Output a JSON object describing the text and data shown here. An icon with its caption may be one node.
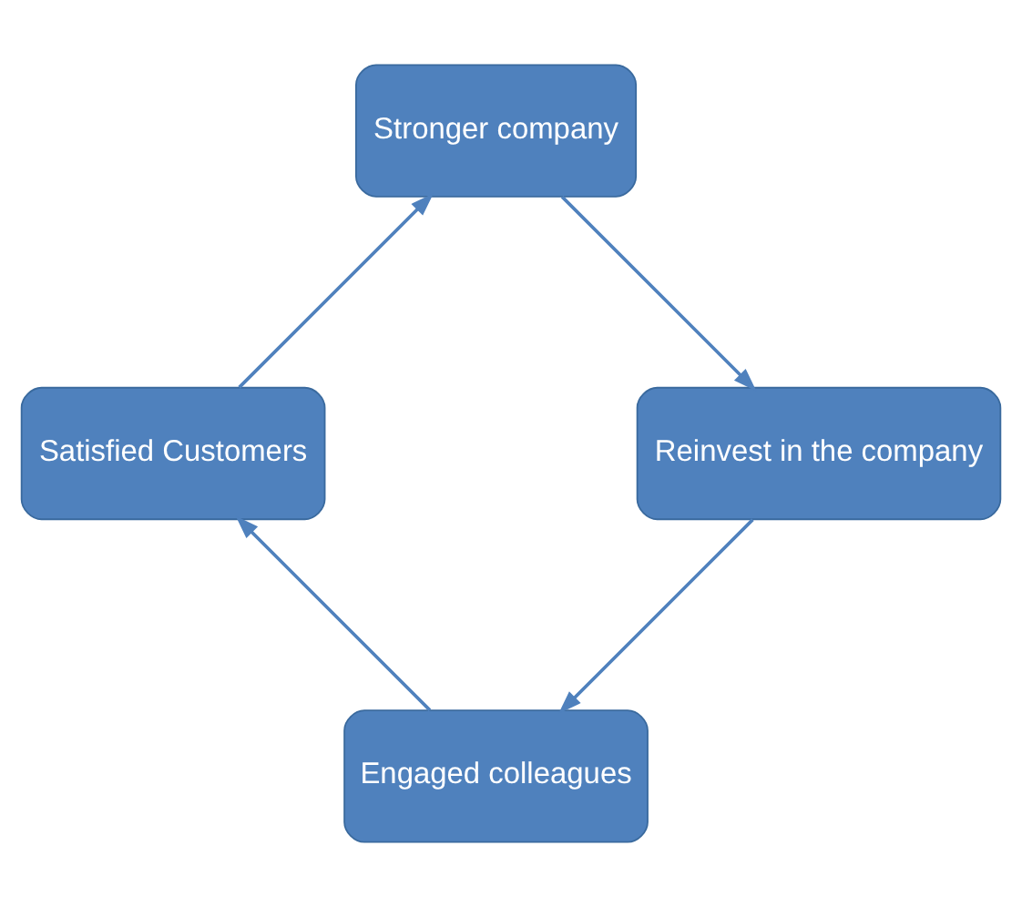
{
  "diagram": {
    "nodes": [
      {
        "text": [
          "Engaged colleagues"
        ]
      },
      {
        "text": [
          "Satisfied Customers"
        ]
      },
      {
        "text": [
          "Stronger company"
        ]
      },
      {
        "text": [
          "Reinvest in the company"
        ]
      }
    ],
    "edges": [
      {
        "from": 0,
        "to": 1,
        "arrow": "to"
      },
      {
        "from": 1,
        "to": 2,
        "arrow": "to"
      },
      {
        "from": 2,
        "to": 3,
        "arrow": "to"
      },
      {
        "from": 3,
        "to": 0,
        "arrow": "to"
      }
    ]
  }
}
